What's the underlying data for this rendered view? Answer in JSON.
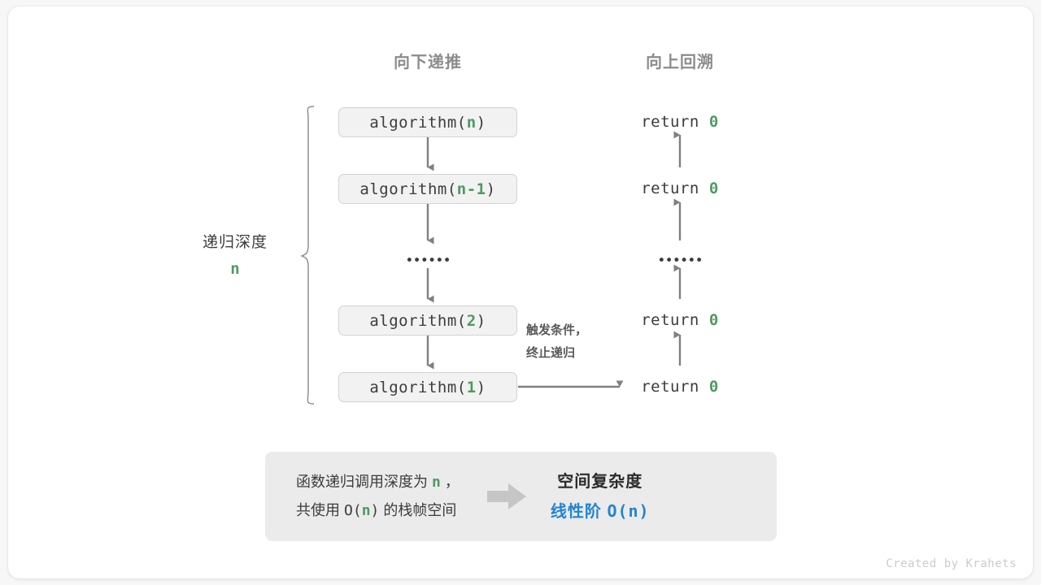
{
  "headers": {
    "down": "向下递推",
    "up": "向上回溯"
  },
  "brace": {
    "label": "递归深度",
    "value": "n"
  },
  "call_stack": [
    {
      "prefix": "algorithm(",
      "arg": "n",
      "suffix": ")"
    },
    {
      "prefix": "algorithm(",
      "arg": "n-1",
      "suffix": ")"
    },
    {
      "ellipsis": "••••••"
    },
    {
      "prefix": "algorithm(",
      "arg": "2",
      "suffix": ")"
    },
    {
      "prefix": "algorithm(",
      "arg": "1",
      "suffix": ")"
    }
  ],
  "returns": [
    {
      "text": "return ",
      "value": "0"
    },
    {
      "text": "return ",
      "value": "0"
    },
    {
      "ellipsis": "••••••"
    },
    {
      "text": "return ",
      "value": "0"
    },
    {
      "text": "return ",
      "value": "0"
    }
  ],
  "note": {
    "line1": "触发条件，",
    "line2": "终止递归"
  },
  "summary": {
    "left_line1_a": "函数递归调用深度为 ",
    "left_line1_n": "n",
    "left_line1_b": " ，",
    "left_line2_a": "共使用 ",
    "left_line2_o": "O(",
    "left_line2_n": "n",
    "left_line2_c": ")",
    "left_line2_b": " 的栈帧空间",
    "right_title": "空间复杂度",
    "right_value_cn": "线性阶 ",
    "right_value_mono": "O(n)"
  },
  "credit": "Created by Krahets",
  "colors": {
    "green": "#4f9a5f",
    "blue": "#1f84d6",
    "arrow_gray": "#808080",
    "box_bg": "#f2f2f2",
    "panel_bg": "#ebebeb"
  }
}
